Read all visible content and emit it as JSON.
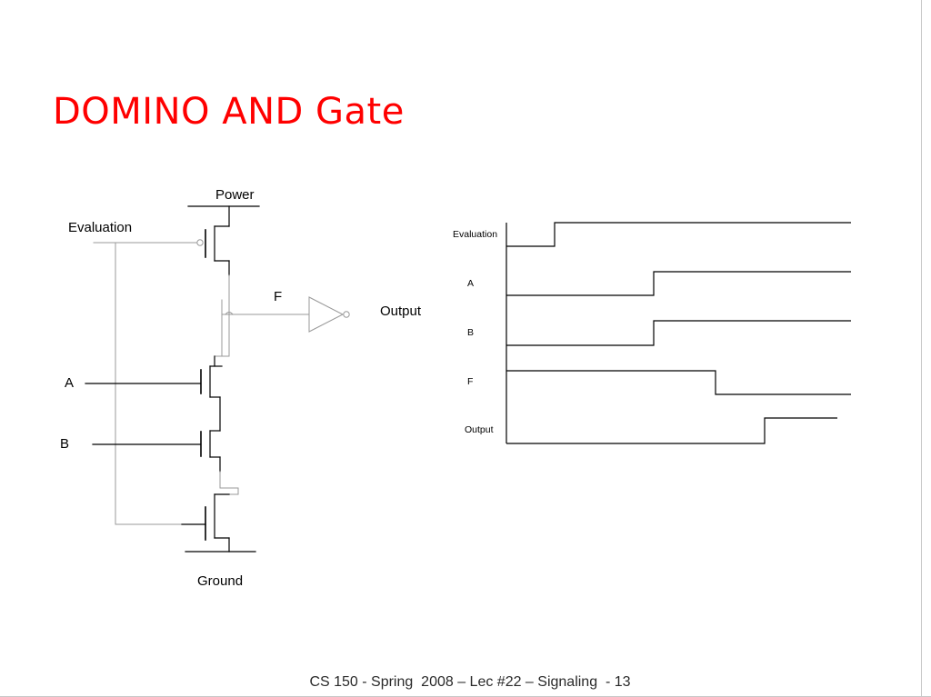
{
  "slide": {
    "title": "DOMINO AND Gate",
    "footer": "CS 150 - Spring  2008 – Lec #22 – Signaling  - 13"
  },
  "circuit": {
    "power_label": "Power",
    "evaluation_label": "Evaluation",
    "node_label": "F",
    "output_label": "Output",
    "input_a_label": "A",
    "input_b_label": "B",
    "ground_label": "Ground"
  },
  "timing": {
    "signals": [
      {
        "name": "Evaluation",
        "description": "low then rises early and stays high"
      },
      {
        "name": "A",
        "description": "low then rises mid-way"
      },
      {
        "name": "B",
        "description": "low then rises mid-way"
      },
      {
        "name": "F",
        "description": "high then falls after A and B rise"
      },
      {
        "name": "Output",
        "description": "low then rises after F falls"
      }
    ]
  },
  "colors": {
    "title": "#ff0000",
    "wire": "#000000",
    "gray_wire": "#999999",
    "footer_text": "#2a2a2a"
  }
}
